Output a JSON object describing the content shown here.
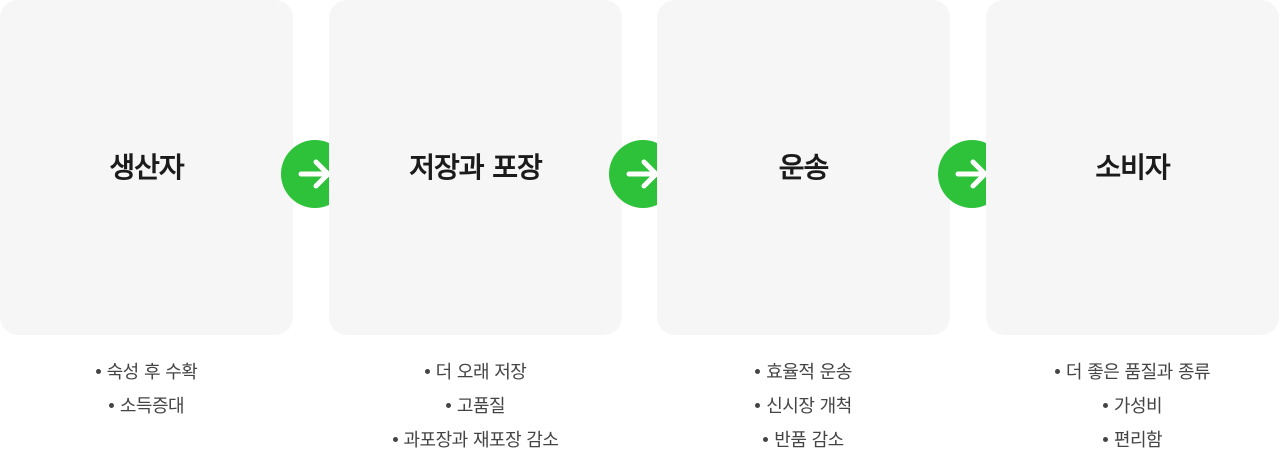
{
  "stages": [
    {
      "title": "생산자",
      "bullets": [
        "숙성 후 수확",
        "소득증대"
      ]
    },
    {
      "title": "저장과 포장",
      "bullets": [
        "더 오래 저장",
        "고품질",
        "과포장과 재포장 감소"
      ]
    },
    {
      "title": "운송",
      "bullets": [
        "효율적 운송",
        "신시장 개척",
        "반품 감소"
      ]
    },
    {
      "title": "소비자",
      "bullets": [
        "더 좋은 품질과 종류",
        "가성비",
        "편리함"
      ]
    }
  ],
  "colors": {
    "box_background": "#f6f6f6",
    "arrow": "#2ec13a",
    "title_text": "#1b1b1b",
    "bullet_text": "#444444"
  },
  "icons": {
    "connector": "arrow-right-icon"
  }
}
